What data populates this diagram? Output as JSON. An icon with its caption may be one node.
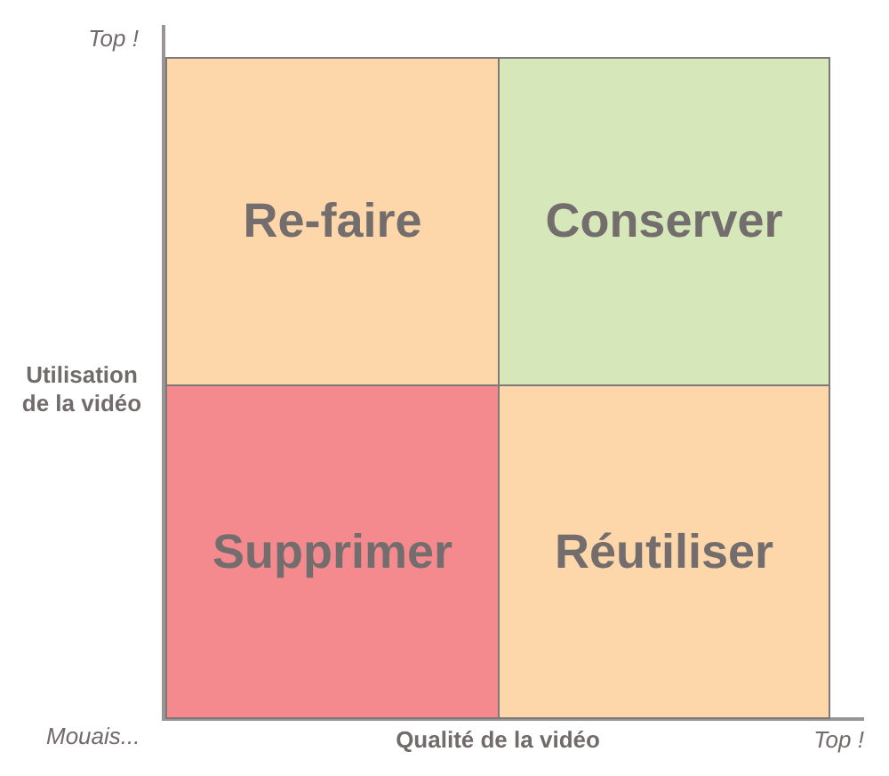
{
  "diagram": {
    "nodes": [
      {
        "text": [
          "Re-faire"
        ]
      },
      {
        "text": [
          "Conserver"
        ]
      },
      {
        "text": [
          "Supprimer"
        ]
      },
      {
        "text": [
          "Réutiliser"
        ]
      }
    ],
    "labels": [
      "Top !",
      "Utilisation de la vidéo",
      "Mouais...",
      "Qualité de la vidéo",
      "Top !"
    ]
  }
}
